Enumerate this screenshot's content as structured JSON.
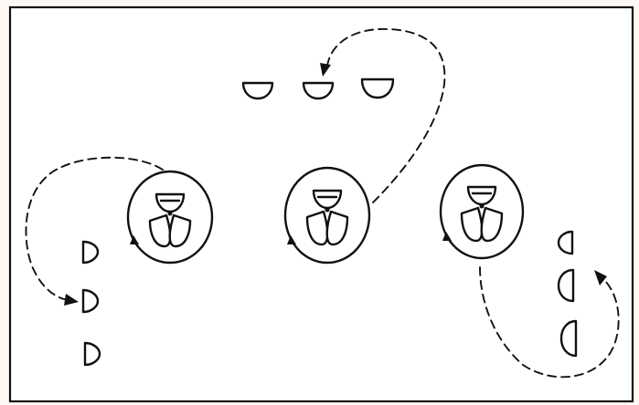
{
  "diagram": {
    "formations": [
      {
        "id": "left",
        "marker_count": 3
      },
      {
        "id": "center",
        "marker_count": 3
      },
      {
        "id": "right",
        "marker_count": 3
      }
    ],
    "queues": [
      {
        "id": "top",
        "orientation": "horizontal",
        "marker_count": 3
      },
      {
        "id": "left",
        "orientation": "vertical",
        "marker_count": 3
      },
      {
        "id": "right",
        "orientation": "vertical",
        "marker_count": 3
      }
    ],
    "paths": [
      {
        "from": "left-formation",
        "to": "left-queue",
        "style": "dashed",
        "arrow": true
      },
      {
        "from": "center-formation",
        "to": "top-queue",
        "style": "dashed",
        "arrow": true
      },
      {
        "from": "right-formation",
        "to": "right-queue",
        "style": "dashed",
        "arrow": true
      }
    ],
    "colors": {
      "ink": "#111111",
      "paper": "#ffffff",
      "background": "#fdf8f3"
    }
  }
}
